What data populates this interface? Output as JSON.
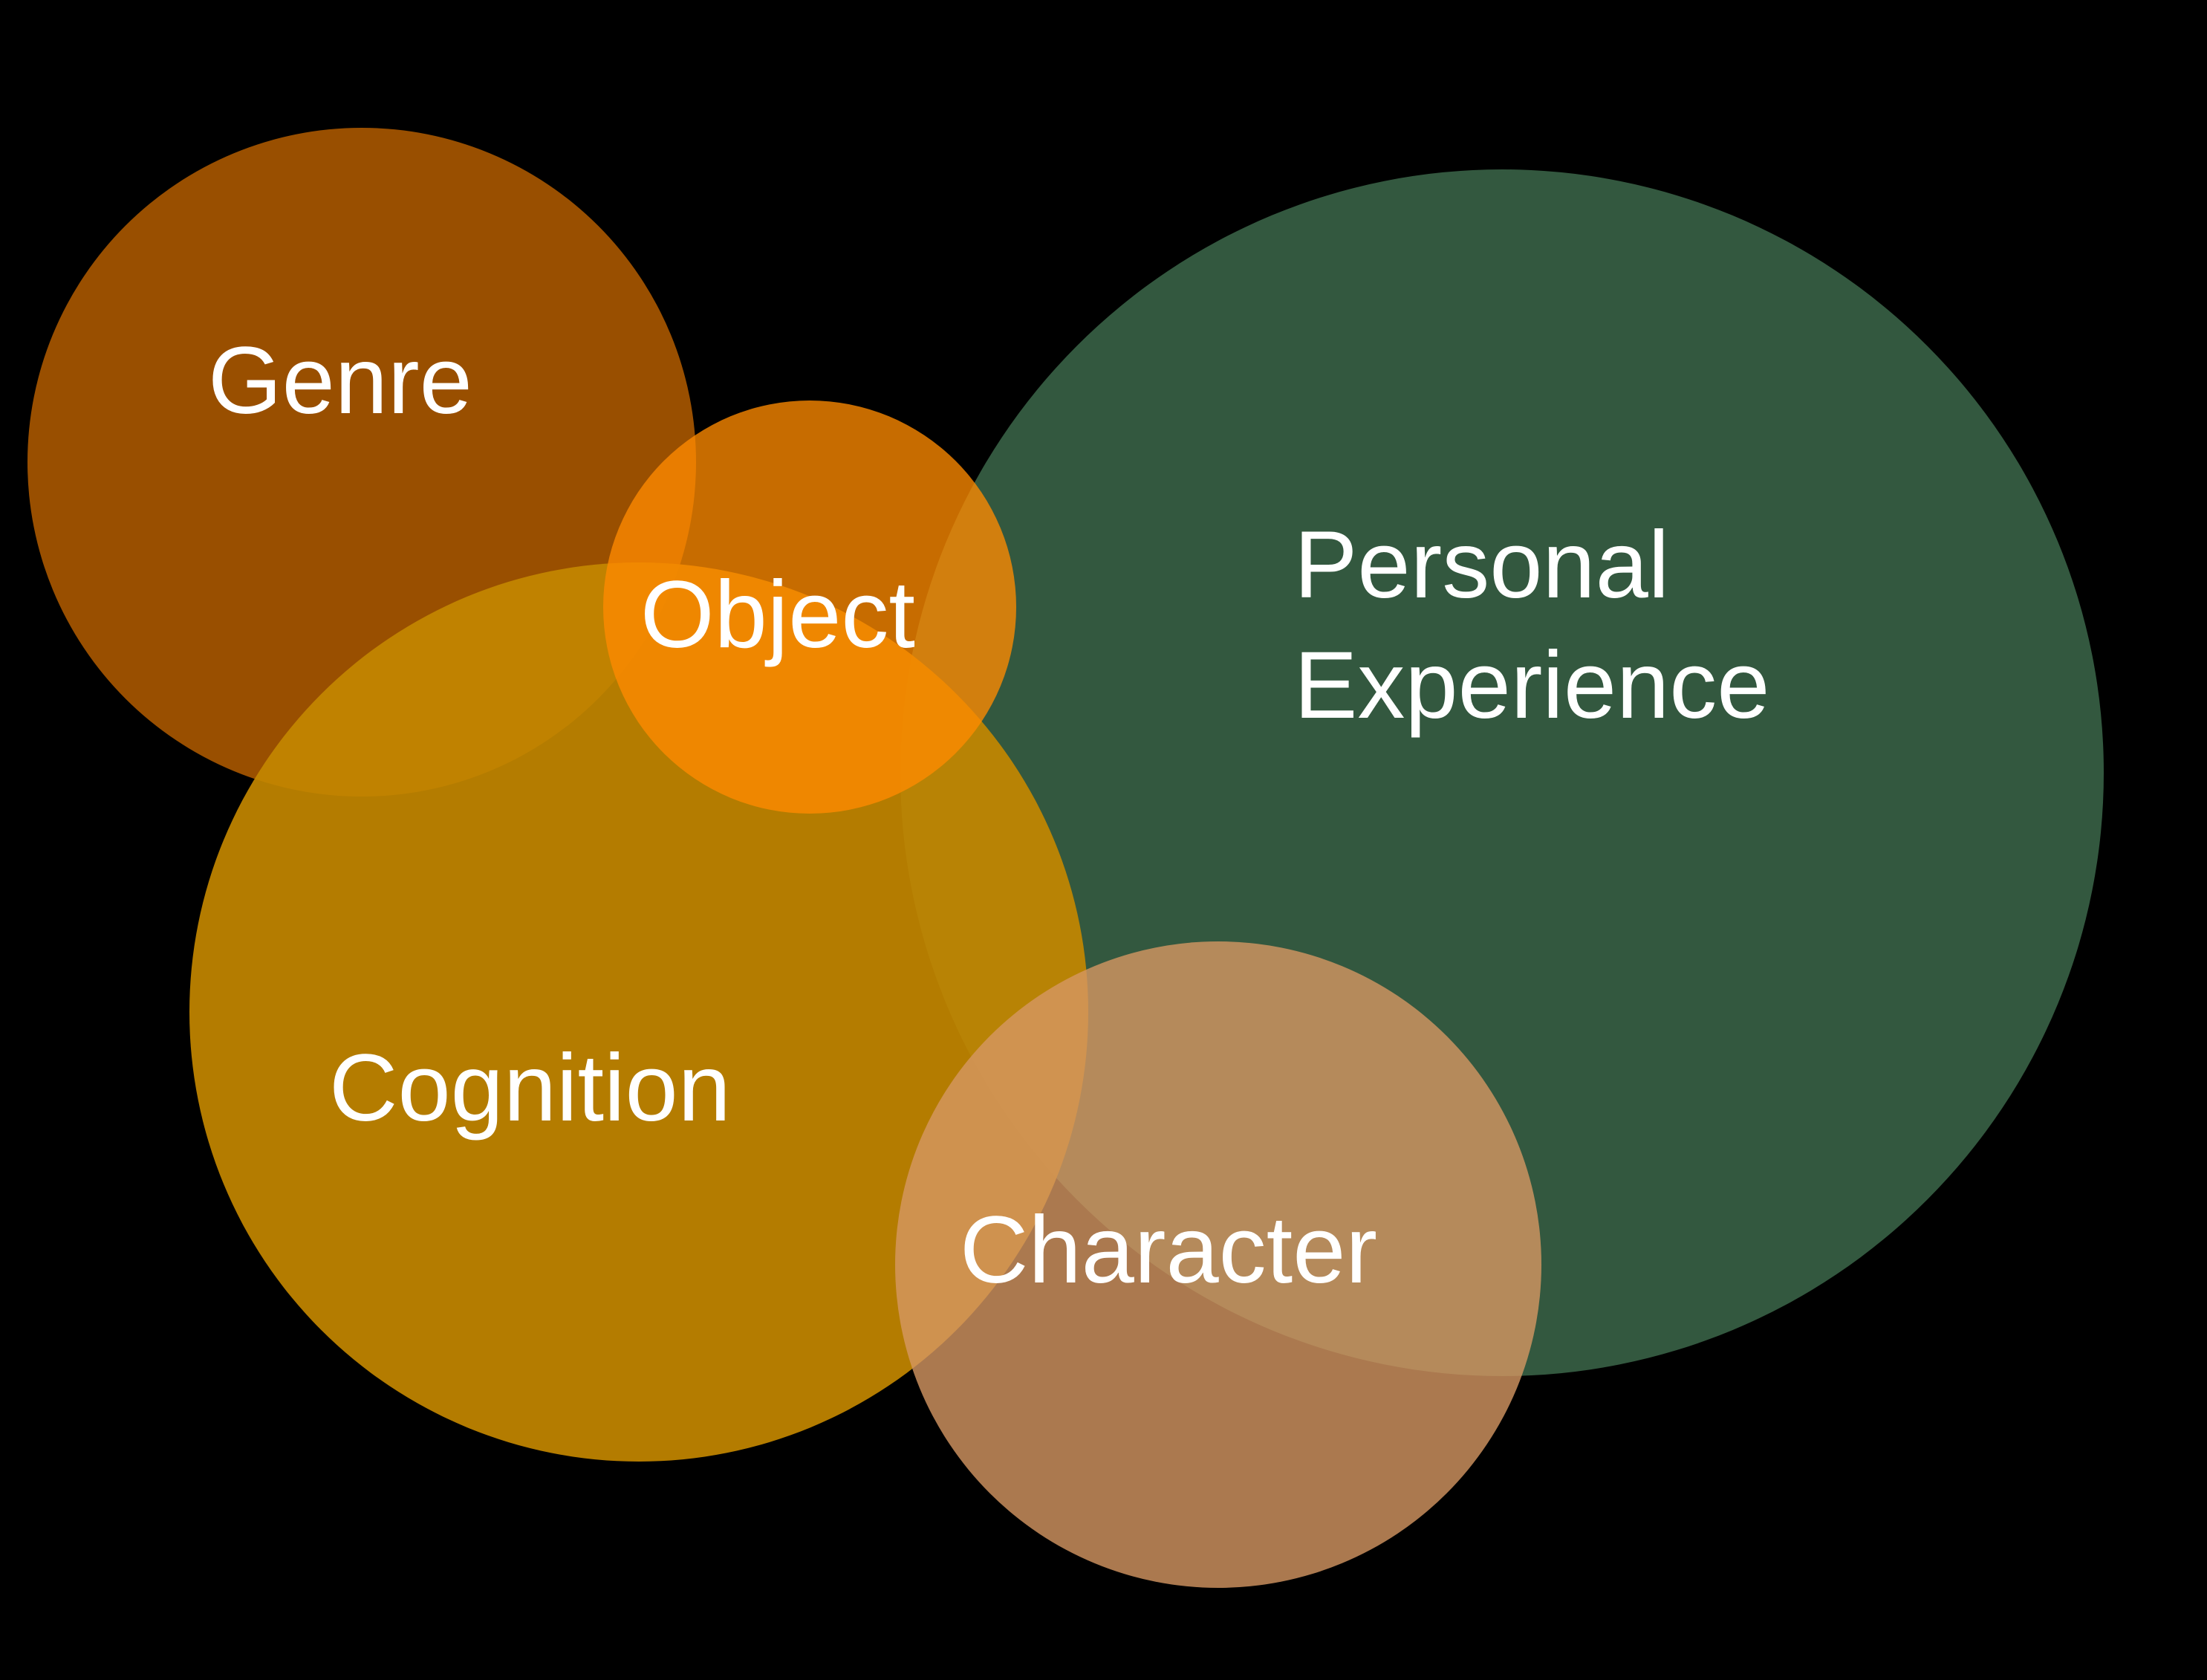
{
  "diagram": {
    "background_color": "#000000",
    "circles": [
      {
        "id": "genre",
        "label": "Genre",
        "color": "#A65600",
        "opacity": 0.92
      },
      {
        "id": "personal-experience",
        "label_lines": [
          "Personal",
          "Experience"
        ],
        "color": "#33583F",
        "opacity": 1.0
      },
      {
        "id": "cognition",
        "label": "Cognition",
        "color": "#C38700",
        "opacity": 0.92
      },
      {
        "id": "object",
        "label": "Object",
        "color": "#FF8A00",
        "opacity": 0.78
      },
      {
        "id": "character",
        "label": "Character",
        "color": "#D69763",
        "opacity": 0.8
      }
    ]
  }
}
